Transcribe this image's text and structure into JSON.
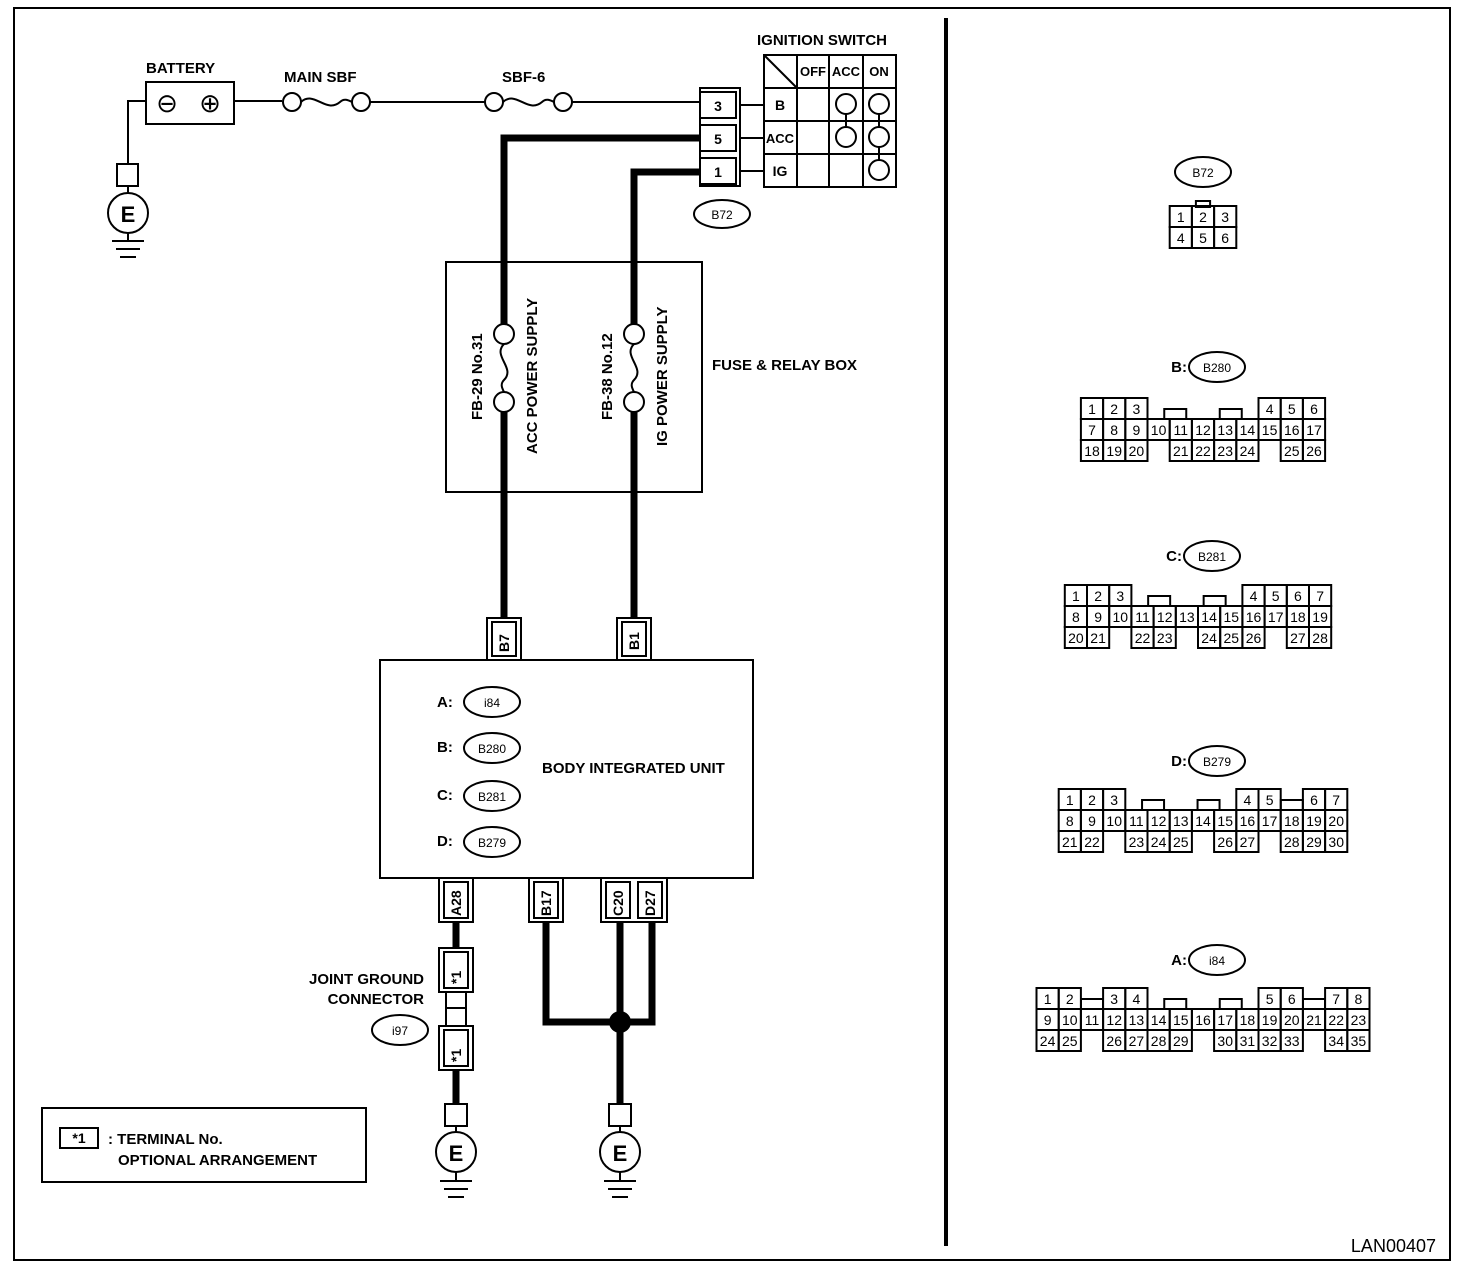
{
  "labels": {
    "battery": "BATTERY",
    "main_sbf": "MAIN SBF",
    "sbf6": "SBF-6",
    "ignition_switch": "IGNITION SWITCH",
    "fuse_relay_box": "FUSE & RELAY BOX",
    "body_integrated_unit": "BODY INTEGRATED UNIT",
    "joint_ground_1": "JOINT GROUND",
    "joint_ground_2": "CONNECTOR",
    "doc_code": "LAN00407",
    "ground": "E",
    "battery_neg": "⊖",
    "battery_pos": "⊕"
  },
  "ignition": {
    "columns": [
      "OFF",
      "ACC",
      "ON"
    ],
    "rows": [
      "B",
      "ACC",
      "IG"
    ],
    "connector_pins": [
      "3",
      "5",
      "1"
    ],
    "connector": "B72"
  },
  "fuses": {
    "acc_id": "FB-29 No.31",
    "acc_name": "ACC POWER SUPPLY",
    "ig_id": "FB-38 No.12",
    "ig_name": "IG POWER SUPPLY"
  },
  "unit": {
    "top_terms": [
      "B7",
      "B1"
    ],
    "bottom_terms": [
      "A28",
      "B17",
      "C20",
      "D27"
    ],
    "connectors": [
      {
        "prefix": "A:",
        "code": "i84"
      },
      {
        "prefix": "B:",
        "code": "B280"
      },
      {
        "prefix": "C:",
        "code": "B281"
      },
      {
        "prefix": "D:",
        "code": "B279"
      }
    ]
  },
  "joint": {
    "connector": "i97",
    "terminal": "*1"
  },
  "legend": {
    "symbol": "*1",
    "line1": ": TERMINAL No.",
    "line2": "OPTIONAL ARRANGEMENT"
  },
  "connector_views": {
    "b72": {
      "title": "B72",
      "rows": [
        [
          "1",
          "2",
          "3"
        ],
        [
          "4",
          "5",
          "6"
        ]
      ]
    },
    "b280": {
      "prefix": "B:",
      "title": "B280",
      "rows": [
        [
          "1",
          "2",
          "3",
          "",
          "",
          "",
          "",
          "",
          "4",
          "5",
          "6"
        ],
        [
          "7",
          "8",
          "9",
          "10",
          "11",
          "12",
          "13",
          "14",
          "15",
          "16",
          "17"
        ],
        [
          "18",
          "19",
          "20",
          "",
          "21",
          "22",
          "23",
          "24",
          "",
          "25",
          "26"
        ]
      ]
    },
    "b281": {
      "prefix": "C:",
      "title": "B281",
      "rows": [
        [
          "1",
          "2",
          "3",
          "",
          "",
          "",
          "",
          "",
          "4",
          "5",
          "6",
          "7"
        ],
        [
          "8",
          "9",
          "10",
          "11",
          "12",
          "13",
          "14",
          "15",
          "16",
          "17",
          "18",
          "19"
        ],
        [
          "20",
          "21",
          "",
          "22",
          "23",
          "",
          "24",
          "25",
          "26",
          "",
          "27",
          "28"
        ]
      ]
    },
    "b279": {
      "prefix": "D:",
      "title": "B279",
      "rows": [
        [
          "1",
          "2",
          "3",
          "",
          "",
          "",
          "",
          "",
          "4",
          "5",
          "",
          "6",
          "7"
        ],
        [
          "8",
          "9",
          "10",
          "11",
          "12",
          "13",
          "14",
          "15",
          "16",
          "17",
          "18",
          "19",
          "20"
        ],
        [
          "21",
          "22",
          "",
          "23",
          "24",
          "25",
          "",
          "26",
          "27",
          "",
          "28",
          "29",
          "30"
        ]
      ]
    },
    "i84": {
      "prefix": "A:",
      "title": "i84",
      "rows": [
        [
          "1",
          "2",
          "",
          "3",
          "4",
          "",
          "",
          "",
          "",
          "",
          "5",
          "6",
          "",
          "7",
          "8"
        ],
        [
          "9",
          "10",
          "11",
          "12",
          "13",
          "14",
          "15",
          "16",
          "17",
          "18",
          "19",
          "20",
          "21",
          "22",
          "23"
        ],
        [
          "24",
          "25",
          "",
          "26",
          "27",
          "28",
          "29",
          "",
          "30",
          "31",
          "32",
          "33",
          "",
          "34",
          "35"
        ]
      ]
    }
  }
}
